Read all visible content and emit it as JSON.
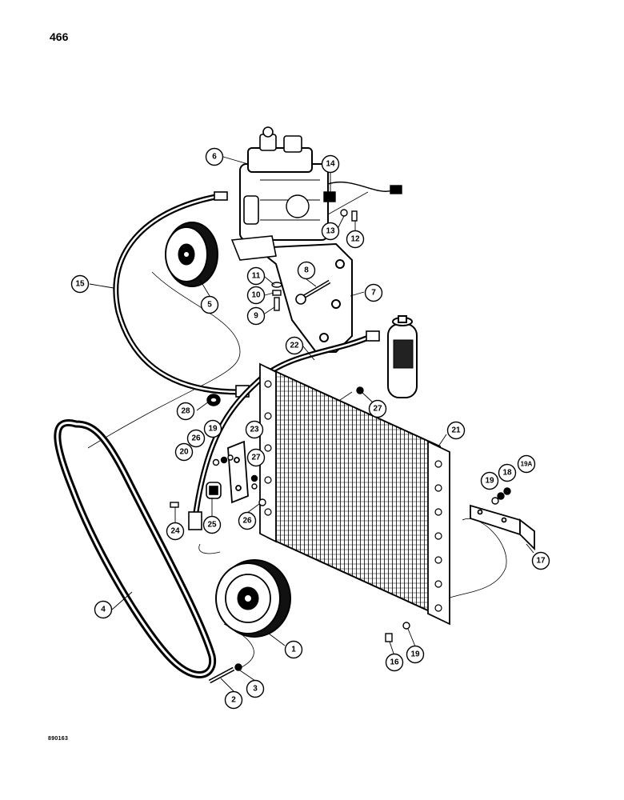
{
  "page_number": "466",
  "drawing_code": "890163",
  "callouts": [
    "1",
    "2",
    "3",
    "4",
    "5",
    "6",
    "7",
    "8",
    "9",
    "10",
    "11",
    "12",
    "13",
    "14",
    "15",
    "16",
    "17",
    "18",
    "19",
    "19",
    "19",
    "19",
    "19A",
    "20",
    "21",
    "22",
    "23",
    "24",
    "25",
    "26",
    "26",
    "27",
    "27",
    "28"
  ]
}
